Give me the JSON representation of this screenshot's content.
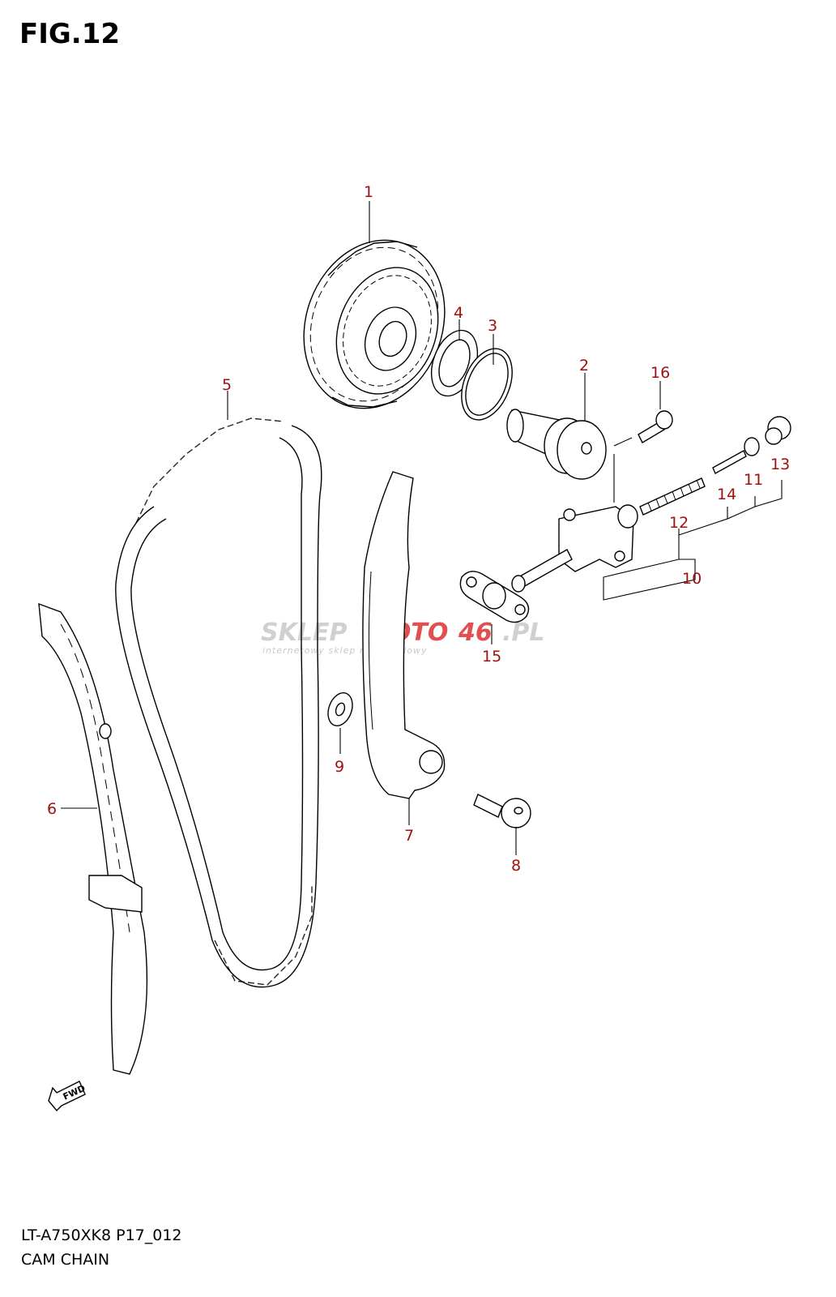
{
  "figure": {
    "title": "FIG.12"
  },
  "footer": {
    "model": "LT-A750XK8",
    "page": "P17_012",
    "section": "CAM CHAIN"
  },
  "watermark": {
    "text_part1": "SKLEP",
    "text_part2": "MOTO",
    "text_part3": "46",
    "text_part4": ".PL",
    "tagline": "internetowy sklep motocyklowy"
  },
  "fwd_arrow": {
    "label": "FWD"
  },
  "callouts": [
    "1",
    "2",
    "3",
    "4",
    "5",
    "6",
    "7",
    "8",
    "9",
    "10",
    "11",
    "12",
    "13",
    "14",
    "15",
    "16"
  ],
  "colors": {
    "callout": "#a01010",
    "watermark_red": "#e05050",
    "watermark_grey": "#c9c9c9"
  }
}
